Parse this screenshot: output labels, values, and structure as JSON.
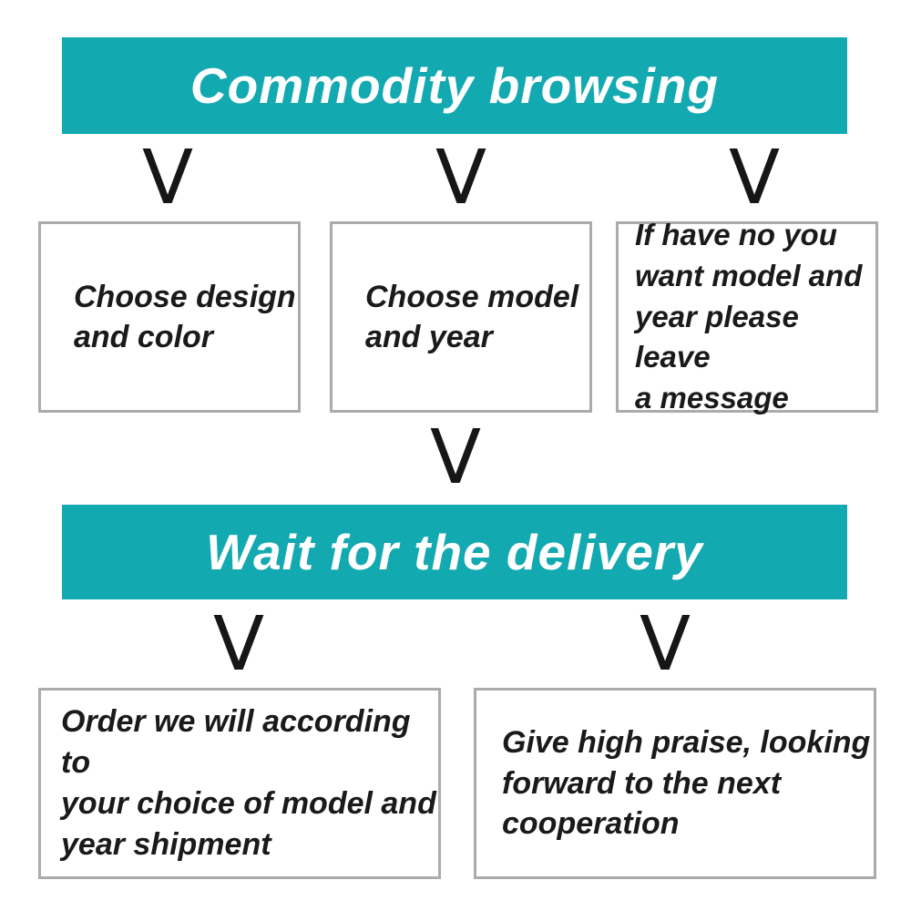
{
  "colors": {
    "page_bg": "#ffffff",
    "banner_bg": "#12A9B1",
    "banner_text": "#ffffff",
    "box_border": "#ABABAB",
    "text": "#1a1a1a",
    "arrow": "#161616"
  },
  "arrow_glyph": "V",
  "banners": {
    "top": {
      "label": "Commodity browsing"
    },
    "middle": {
      "label": "Wait for the delivery"
    }
  },
  "steps": {
    "row1": [
      {
        "text": "Choose design\nand color"
      },
      {
        "text": "Choose model\nand year"
      },
      {
        "text": "If have no you\nwant model and\nyear please leave\na message"
      }
    ],
    "row2": [
      {
        "text": "Order we will according to\nyour choice of model and\nyear shipment"
      },
      {
        "text": "Give high praise, looking\nforward to the next\ncooperation"
      }
    ]
  }
}
